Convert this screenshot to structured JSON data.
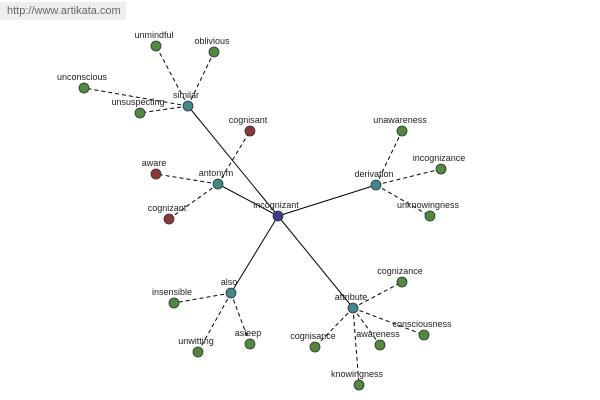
{
  "site_link": {
    "text": "http://www.artikata.com"
  },
  "colors": {
    "center": "#3d3d8f",
    "relation": "#3e8a8a",
    "related_word": "#4e8b3b",
    "antonym_word": "#8c3636",
    "edge": "#000000",
    "node_outline": "#333333"
  },
  "graph": {
    "center": {
      "label": "incognizant"
    },
    "relations": [
      {
        "label": "similar",
        "child_color": "related_word",
        "children": [
          {
            "label": "unmindful"
          },
          {
            "label": "oblivious"
          },
          {
            "label": "unconscious"
          },
          {
            "label": "unsuspecting"
          }
        ]
      },
      {
        "label": "antonym",
        "child_color": "antonym_word",
        "children": [
          {
            "label": "cognisant"
          },
          {
            "label": "aware"
          },
          {
            "label": "cognizant"
          }
        ]
      },
      {
        "label": "derivation",
        "child_color": "related_word",
        "children": [
          {
            "label": "unawareness"
          },
          {
            "label": "incognizance"
          },
          {
            "label": "unknowingness"
          }
        ]
      },
      {
        "label": "also",
        "child_color": "related_word",
        "children": [
          {
            "label": "insensible"
          },
          {
            "label": "unwitting"
          },
          {
            "label": "asleep"
          }
        ]
      },
      {
        "label": "attribute",
        "child_color": "related_word",
        "children": [
          {
            "label": "cognizance"
          },
          {
            "label": "consciousness"
          },
          {
            "label": "awareness"
          },
          {
            "label": "cognisance"
          },
          {
            "label": "knowingness"
          }
        ]
      }
    ]
  }
}
